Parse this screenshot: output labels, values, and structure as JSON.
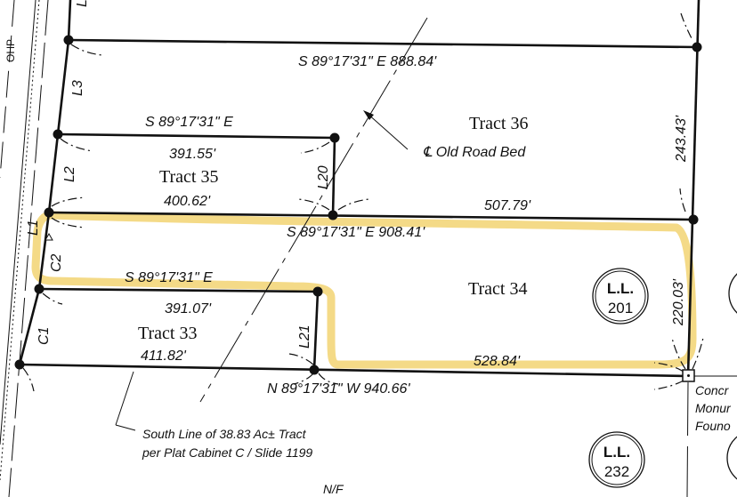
{
  "colors": {
    "highlight": "#f3d67a",
    "line": "#111111"
  },
  "road": {
    "label": "OHP"
  },
  "calls": {
    "top_bearing": "S 89°17'31\" E  888.84'",
    "t35_top_bearing": "S 89°17'31\" E",
    "t35_top_dist": "391.55'",
    "t35_bottom_dist": "400.62'",
    "mid_dist": "507.79'",
    "mid_bearing": "S 89°17'31\" E  908.41'",
    "t33_top_bearing": "S 89°17'31\" E",
    "t33_top_dist": "391.07'",
    "t33_bottom_dist": "411.82'",
    "bottom_dist": "528.84'",
    "bottom_bearing": "N 89°17'31\" W  940.66'",
    "east_upper": "243.43'",
    "east_lower": "220.03'"
  },
  "line_labels": {
    "l1": "L1",
    "l2": "L2",
    "l3": "L3",
    "l4": "L",
    "l20": "L20",
    "l21": "L21",
    "c1": "C1",
    "c2": "C2"
  },
  "tracts": {
    "t36": "Tract 36",
    "t35": "Tract 35",
    "t34": "Tract 34",
    "t33": "Tract 33"
  },
  "old_road": {
    "label": "℄ Old Road Bed"
  },
  "lots": [
    {
      "top": "L.L.",
      "num": "201"
    },
    {
      "top": "L.L.",
      "num": "232"
    }
  ],
  "monument": {
    "line1": "Concr",
    "line2": "Monur",
    "line3": "Founo"
  },
  "south_line": {
    "line1": "South Line of 38.83 Ac± Tract",
    "line2": "per Plat Cabinet C / Slide 1199"
  },
  "nf": "N/F"
}
